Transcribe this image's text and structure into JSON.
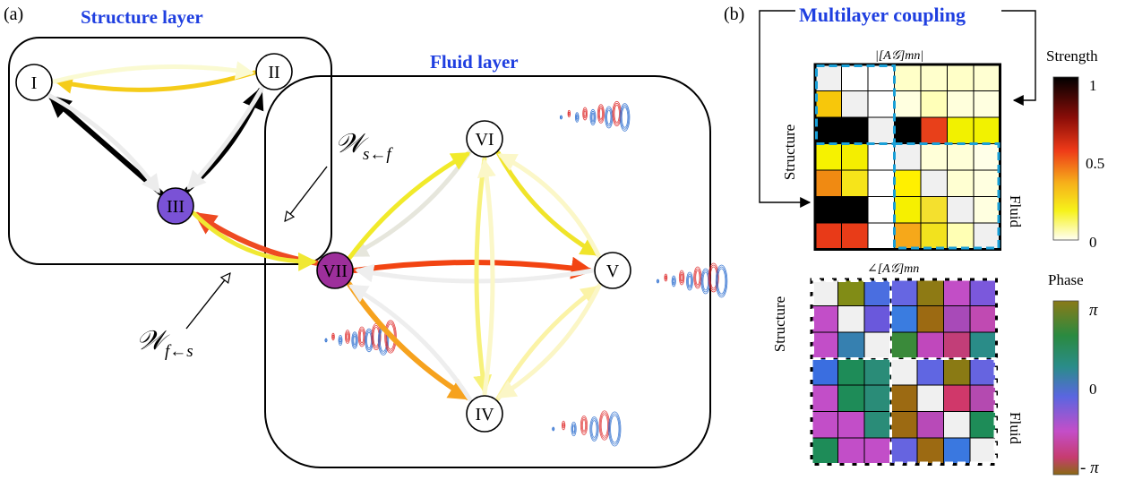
{
  "panels": {
    "a": {
      "label": "(a)",
      "structure_layer_title": "Structure layer",
      "fluid_layer_title": "Fluid layer",
      "nodes": [
        {
          "id": "I",
          "label": "I",
          "fill": "#ffffff"
        },
        {
          "id": "II",
          "label": "II",
          "fill": "#ffffff"
        },
        {
          "id": "III",
          "label": "III",
          "fill": "#7a52d6"
        },
        {
          "id": "IV",
          "label": "IV",
          "fill": "#ffffff"
        },
        {
          "id": "V",
          "label": "V",
          "fill": "#ffffff"
        },
        {
          "id": "VI",
          "label": "VI",
          "fill": "#ffffff"
        },
        {
          "id": "VII",
          "label": "VII",
          "fill": "#9d2f9b"
        }
      ],
      "edges": [
        {
          "from": "II",
          "to": "I",
          "color": "#f5cc1a",
          "w": 5
        },
        {
          "from": "I",
          "to": "II",
          "color": "#fafad2",
          "w": 5
        },
        {
          "from": "III",
          "to": "I",
          "color": "#000000",
          "w": 6
        },
        {
          "from": "I",
          "to": "III",
          "color": "#ececec",
          "w": 5
        },
        {
          "from": "III",
          "to": "II",
          "color": "#000000",
          "w": 6
        },
        {
          "from": "II",
          "to": "III",
          "color": "#ececec",
          "w": 5
        },
        {
          "from": "VII",
          "to": "III",
          "color": "#ee4a22",
          "w": 6
        },
        {
          "from": "III",
          "to": "VII",
          "color": "#f0e833",
          "w": 5
        },
        {
          "from": "VII",
          "to": "V",
          "color": "#f24412",
          "w": 6
        },
        {
          "from": "V",
          "to": "VII",
          "color": "#eeeeee",
          "w": 5
        },
        {
          "from": "VI",
          "to": "VII",
          "color": "#e6e6dc",
          "w": 5
        },
        {
          "from": "VII",
          "to": "VI",
          "color": "#f1ea2a",
          "w": 5
        },
        {
          "from": "VII",
          "to": "IV",
          "color": "#f6a21e",
          "w": 6
        },
        {
          "from": "IV",
          "to": "VII",
          "color": "#eeeeee",
          "w": 5
        },
        {
          "from": "VI",
          "to": "V",
          "color": "#f0e42a",
          "w": 5
        },
        {
          "from": "V",
          "to": "VI",
          "color": "#fbf7c8",
          "w": 5
        },
        {
          "from": "VI",
          "to": "IV",
          "color": "#f7f17a",
          "w": 5
        },
        {
          "from": "IV",
          "to": "VI",
          "color": "#fbf7c8",
          "w": 5
        },
        {
          "from": "IV",
          "to": "V",
          "color": "#fbf3a6",
          "w": 5
        },
        {
          "from": "V",
          "to": "IV",
          "color": "#fbf6c6",
          "w": 5
        }
      ],
      "w_sf": {
        "main": "𝒲",
        "sub": "s←f"
      },
      "w_fs": {
        "main": "𝒲",
        "sub": "f←s"
      }
    },
    "b": {
      "label": "(b)",
      "title": "Multilayer coupling",
      "strength_matrix_title": "|[A𝒢]mn|",
      "phase_matrix_title": "∠[A𝒢]mn",
      "structure_label": "Structure",
      "fluid_label": "Fluid",
      "strength_colorbar": {
        "title": "Strength",
        "ticks": [
          "1",
          "0.5",
          "0"
        ]
      },
      "phase_colorbar": {
        "title": "Phase",
        "ticks": [
          "π",
          "0",
          "- π"
        ]
      },
      "strength_colors": [
        [
          "#f0f0f0",
          "#ffffff",
          "#ffffff",
          "#ffffc8",
          "#ffffcc",
          "#ffffc8",
          "#ffffd2"
        ],
        [
          "#f7c70b",
          "#f0f0f0",
          "#ffffff",
          "#ffffe0",
          "#ffffb8",
          "#ffffdc",
          "#ffffe0"
        ],
        [
          "#000000",
          "#000000",
          "#f0f0f0",
          "#000000",
          "#e8401a",
          "#f2f100",
          "#f2f200"
        ],
        [
          "#f6f200",
          "#f4ee00",
          "#ffffff",
          "#f0f0f0",
          "#ffffd8",
          "#ffffd8",
          "#ffffe8"
        ],
        [
          "#f08a12",
          "#f6e41a",
          "#ffffff",
          "#fff000",
          "#f0f0f0",
          "#ffffd2",
          "#ffffe0"
        ],
        [
          "#000000",
          "#000000",
          "#ffffff",
          "#f6f000",
          "#f4e02e",
          "#f0f0f0",
          "#ffffe0"
        ],
        [
          "#e83a18",
          "#e83c18",
          "#ffffff",
          "#f6a81a",
          "#f2e21e",
          "#ffffb4",
          "#f0f0f0"
        ]
      ],
      "phase_colors": [
        [
          "#f0f0f0",
          "#818c16",
          "#4a6ee0",
          "#6666e2",
          "#8e7a14",
          "#c24ec6",
          "#7b58dc"
        ],
        [
          "#c24ec8",
          "#f0f0f0",
          "#6a58dc",
          "#3a7ce0",
          "#9c6a12",
          "#a84ab8",
          "#c04ab2"
        ],
        [
          "#c24ec8",
          "#3680b0",
          "#f0f0f0",
          "#3a8a3a",
          "#c048bc",
          "#c23e78",
          "#2a8c88"
        ],
        [
          "#3a6ee0",
          "#1e8c58",
          "#2a8c78",
          "#f0f0f0",
          "#6066e2",
          "#8a7a14",
          "#6664e0"
        ],
        [
          "#c24ec8",
          "#1e8c58",
          "#2a8c78",
          "#9c6a12",
          "#f0f0f0",
          "#d0386a",
          "#b44ab0"
        ],
        [
          "#c24ec8",
          "#c24ec8",
          "#2a8c78",
          "#9c6a12",
          "#b84ab8",
          "#f0f0f0",
          "#1e8c58"
        ],
        [
          "#1e8c58",
          "#c24ec8",
          "#c24ec8",
          "#6664e0",
          "#9c6a12",
          "#3a78e0",
          "#f0f0f0"
        ]
      ]
    }
  }
}
